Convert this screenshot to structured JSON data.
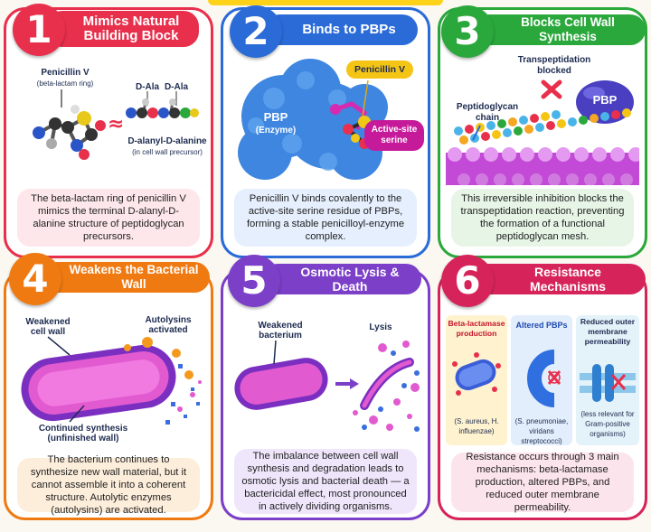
{
  "panels": [
    {
      "number": "1",
      "title_line1": "Mimics Natural",
      "title_line2": "Building Block",
      "color": "#e8304c",
      "labels": {
        "penicillin": "Penicillin V",
        "beta_ring": "(beta-lactam ring)",
        "dala1": "D-Ala",
        "dala2": "D-Ala",
        "approx": "≈",
        "dipeptide": "D-alanyl-D-alanine",
        "precursor": "(in cell wall precursor)"
      },
      "caption": "The beta-lactam ring of penicillin V mimics the terminal D-alanyl-D-alanine structure of peptidoglycan precursors."
    },
    {
      "number": "2",
      "title": "Binds to PBPs",
      "color": "#2a6bd8",
      "labels": {
        "penicillin": "Penicillin V",
        "pbp": "PBP",
        "enzyme": "(Enzyme)",
        "active_site": "Active-site",
        "serine": "serine"
      },
      "caption": "Penicillin V binds covalently to the active-site serine residue of PBPs, forming a stable penicilloyl-enzyme complex."
    },
    {
      "number": "3",
      "title": "Blocks Cell Wall Synthesis",
      "color": "#2aa83c",
      "labels": {
        "transpeptidation": "Transpeptidation",
        "blocked": "blocked",
        "pbp": "PBP",
        "peptidoglycan": "Peptidoglycan",
        "chain": "chain"
      },
      "caption": "This irreversible inhibition blocks the transpeptidation reaction, preventing the formation of a functional peptidoglycan mesh."
    },
    {
      "number": "4",
      "title": "Weakens the Bacterial Wall",
      "color": "#f07a12",
      "labels": {
        "weakened1": "Weakened",
        "weakened2": "cell wall",
        "autolysins1": "Autolysins",
        "autolysins2": "activated",
        "continued1": "Continued synthesis",
        "continued2": "(unfinished wall)"
      },
      "caption": "The bacterium continues to synthesize new wall material, but it cannot assemble it into a coherent structure. Autolytic enzymes (autolysins) are activated."
    },
    {
      "number": "5",
      "title": "Osmotic Lysis & Death",
      "color": "#7b3fc8",
      "labels": {
        "weakened1": "Weakened",
        "weakened2": "bacterium",
        "lysis": "Lysis"
      },
      "caption": "The imbalance between cell wall synthesis and degradation leads to osmotic lysis and bacterial death — a bactericidal effect, most pronounced in actively dividing organisms."
    },
    {
      "number": "6",
      "title": "Resistance Mechanisms",
      "color": "#d6245a",
      "boxes": [
        {
          "title": "Beta-lactamase production",
          "note": "(S. aureus, H. influenzae)"
        },
        {
          "title": "Altered PBPs",
          "note": "(S. pneumoniae, viridans streptococci)"
        },
        {
          "title": "Reduced outer membrane permeability",
          "note": "(less relevant for Gram-positive organisms)"
        }
      ],
      "caption": "Resistance occurs through 3 main mechanisms: beta-lactamase production, altered PBPs, and reduced outer membrane permeability."
    }
  ]
}
